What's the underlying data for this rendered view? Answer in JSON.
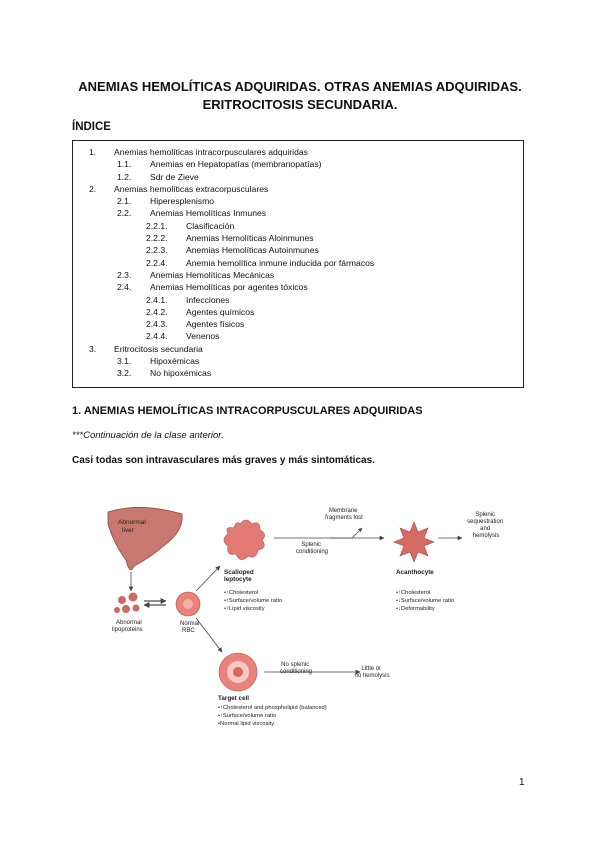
{
  "document": {
    "title_line1": "ANEMIAS HEMOLÍTICAS ADQUIRIDAS. OTRAS ANEMIAS ADQUIRIDAS.",
    "title_line2": "ERITROCITOSIS SECUNDARIA.",
    "index_heading": "ÍNDICE",
    "toc": [
      {
        "level": 1,
        "num": "1.",
        "label": "Anemias hemolíticas intracorpusculares adquiridas"
      },
      {
        "level": 2,
        "num": "1.1.",
        "label": "Anemias en Hepatopatías (membranopatías)"
      },
      {
        "level": 2,
        "num": "1.2.",
        "label": "Sdr de Zieve"
      },
      {
        "level": 1,
        "num": "2.",
        "label": "Anemias hemolíticas extracorpusculares"
      },
      {
        "level": 2,
        "num": "2.1.",
        "label": "Hiperesplenismo"
      },
      {
        "level": 2,
        "num": "2.2.",
        "label": "Anemias Hemolíticas Inmunes"
      },
      {
        "level": 3,
        "num": "2.2.1.",
        "label": "Clasificación"
      },
      {
        "level": 3,
        "num": "2.2.2.",
        "label": "Anemias Hemolíticas Aloinmunes"
      },
      {
        "level": 3,
        "num": "2.2.3.",
        "label": "Anemias Hemolíticas Autoinmunes"
      },
      {
        "level": 3,
        "num": "2.2.4.",
        "label": "Anemia hemolítica inmune inducida por fármacos"
      },
      {
        "level": 2,
        "num": "2.3.",
        "label": "Anemias Hemolíticas Mecánicas"
      },
      {
        "level": 2,
        "num": "2.4.",
        "label": "Anemias Hemolíticas por agentes tóxicos"
      },
      {
        "level": 3,
        "num": "2.4.1.",
        "label": "Infecciones"
      },
      {
        "level": 3,
        "num": "2.4.2.",
        "label": "Agentes químicos"
      },
      {
        "level": 3,
        "num": "2.4.3.",
        "label": "Agentes físicos"
      },
      {
        "level": 3,
        "num": "2.4.4.",
        "label": "Venenos"
      },
      {
        "level": 1,
        "num": "3.",
        "label": "Eritrocitosis secundaria"
      },
      {
        "level": 2,
        "num": "3.1.",
        "label": "Hipoxémicas"
      },
      {
        "level": 2,
        "num": "3.2.",
        "label": "No hipoxémicas"
      }
    ],
    "section_heading": "1. ANEMIAS HEMOLÍTICAS INTRACORPUSCULARES ADQUIRIDAS",
    "continuation_note": "***Continuación de la clase anterior.",
    "lead_sentence": "Casi todas son intravasculares más graves y más sintomáticas.",
    "page_number": "1"
  },
  "figure": {
    "liver_label": [
      "Abnormal",
      "liver"
    ],
    "lipoprotein_label": [
      "Abnormal",
      "lipoproteins"
    ],
    "normal_rbc_label": [
      "Normal",
      "RBC"
    ],
    "scalloped_title": [
      "Scalloped",
      "leptocyte"
    ],
    "scalloped_bullets": [
      "•↑Cholesterol",
      "•↑Surface/volume ratio",
      "•↑Lipid viscosity"
    ],
    "splenic_conditioning": [
      "Splenic",
      "conditioning"
    ],
    "membrane_fragments": [
      "Membrane",
      "fragments lost"
    ],
    "acanthocyte_title": "Acanthocyte",
    "acanthocyte_bullets": [
      "•↑Cholesterol",
      "•↓Surface/volume ratio",
      "•↓Deformability"
    ],
    "splenic_outcome": [
      "Splenic",
      "sequestration",
      "and",
      "hemolysis"
    ],
    "no_splenic_conditioning": [
      "No splenic",
      "conditioning"
    ],
    "little_hemolysis": [
      "Little or",
      "no hemolysis"
    ],
    "target_title": "Target cell",
    "target_bullets": [
      "•↑Cholesterol and phospholipid (balanced)",
      "•↑Surface/volume ratio",
      "•Normal lipid viscosity"
    ],
    "colors": {
      "cell_fill": "#e8827a",
      "cell_dark": "#b94d46",
      "arrow": "#444444"
    }
  }
}
